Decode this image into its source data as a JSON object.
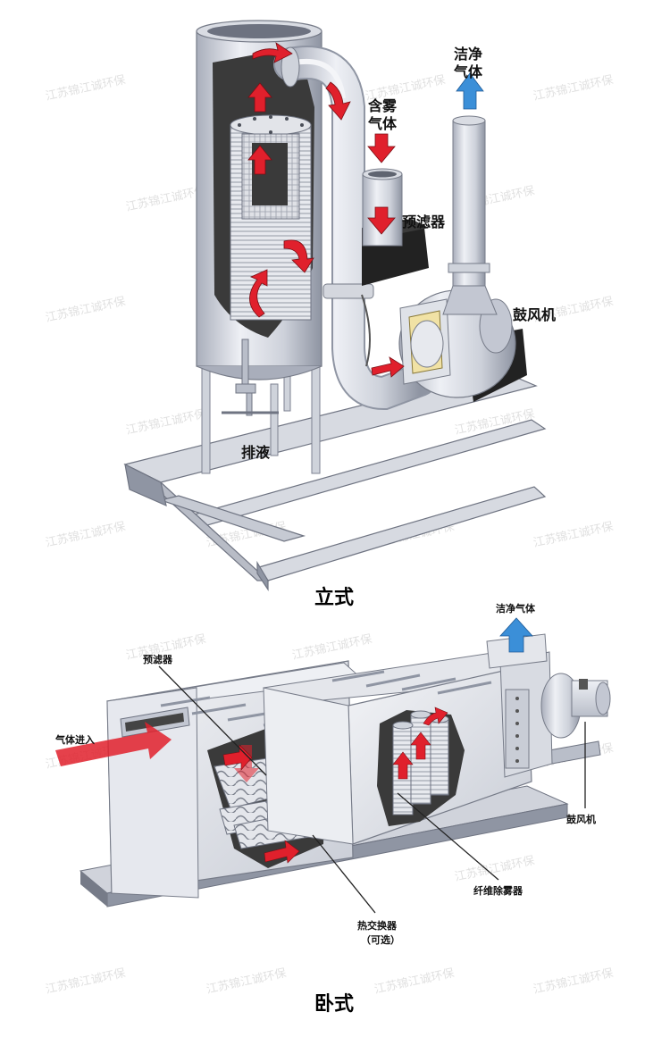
{
  "watermark": "江苏锦江诚环保",
  "vertical": {
    "title": "立式",
    "labels": {
      "clean_gas_1": "洁净",
      "clean_gas_2": "气体",
      "mist_gas_1": "含雾",
      "mist_gas_2": "气体",
      "prefilter": "预滤器",
      "blower": "鼓风机",
      "drain": "排液"
    }
  },
  "horizontal": {
    "title": "卧式",
    "labels": {
      "clean_gas": "洁净气体",
      "prefilter": "预滤器",
      "gas_inlet": "气体进入",
      "blower": "鼓风机",
      "fiber_demister": "纤维除雾器",
      "heat_exchanger_1": "热交换器",
      "heat_exchanger_2": "（可选）"
    }
  },
  "colors": {
    "steel_light": "#e6e8ee",
    "steel_mid": "#c3c7d2",
    "steel_dark": "#8f95a3",
    "interior": "#3a3a3a",
    "arrow_red": "#e0202c",
    "arrow_blue": "#3b8fd8",
    "base_black": "#222222"
  },
  "icons": [
    "red-flow-arrow",
    "blue-clean-arrow"
  ]
}
